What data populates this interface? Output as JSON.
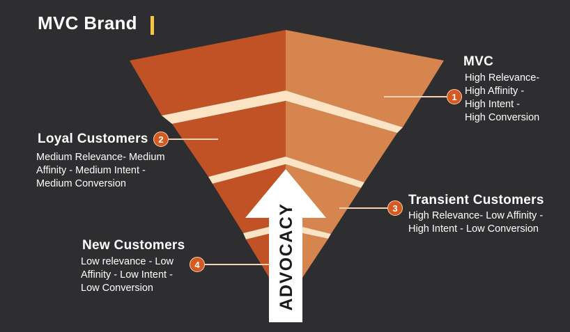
{
  "title": "MVC Brand",
  "colors": {
    "background": "#2e2d2f",
    "tier_dark": "#c15226",
    "tier_light": "#d6854f",
    "separator": "#fbe3c3",
    "arrow": "#ffffff",
    "badge": "#d45a22",
    "title_accent": "#f4c542"
  },
  "arrow_label": "ADVOCACY",
  "segments": [
    {
      "number": "1",
      "name": "MVC",
      "description": [
        "High Relevance-",
        "High Affinity -",
        "High Intent -",
        "High Conversion"
      ]
    },
    {
      "number": "2",
      "name": "Loyal Customers",
      "description": [
        "Medium Relevance- Medium",
        "Affinity - Medium Intent -",
        "Medium Conversion"
      ]
    },
    {
      "number": "3",
      "name": "Transient Customers",
      "description": [
        "High Relevance- Low Affinity -",
        "High Intent - Low Conversion"
      ]
    },
    {
      "number": "4",
      "name": "New Customers",
      "description": [
        "Low relevance - Low",
        "Affinity - Low Intent -",
        "Low Conversion"
      ]
    }
  ]
}
